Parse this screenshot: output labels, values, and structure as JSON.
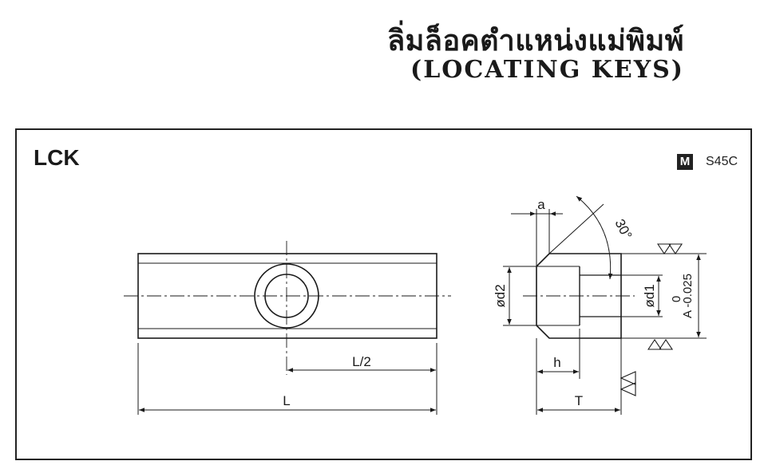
{
  "title": {
    "thai": "ลิ่มล็อคตำแหน่งแม่พิมพ์",
    "english": "(LOCATING KEYS)"
  },
  "product": {
    "code": "LCK",
    "material_badge": "M",
    "material_grade": "S45C"
  },
  "front_view": {
    "dim_half_length": "L/2",
    "dim_length": "L"
  },
  "side_view": {
    "dim_a": "a",
    "angle": "30°",
    "dim_d2": "ød2",
    "dim_d1": "ød1",
    "tolerance_upper": "0",
    "tolerance_lower": "A -0.025",
    "dim_h": "h",
    "dim_t": "T"
  },
  "colors": {
    "line": "#1a1a1a",
    "text": "#1a1a1a"
  }
}
